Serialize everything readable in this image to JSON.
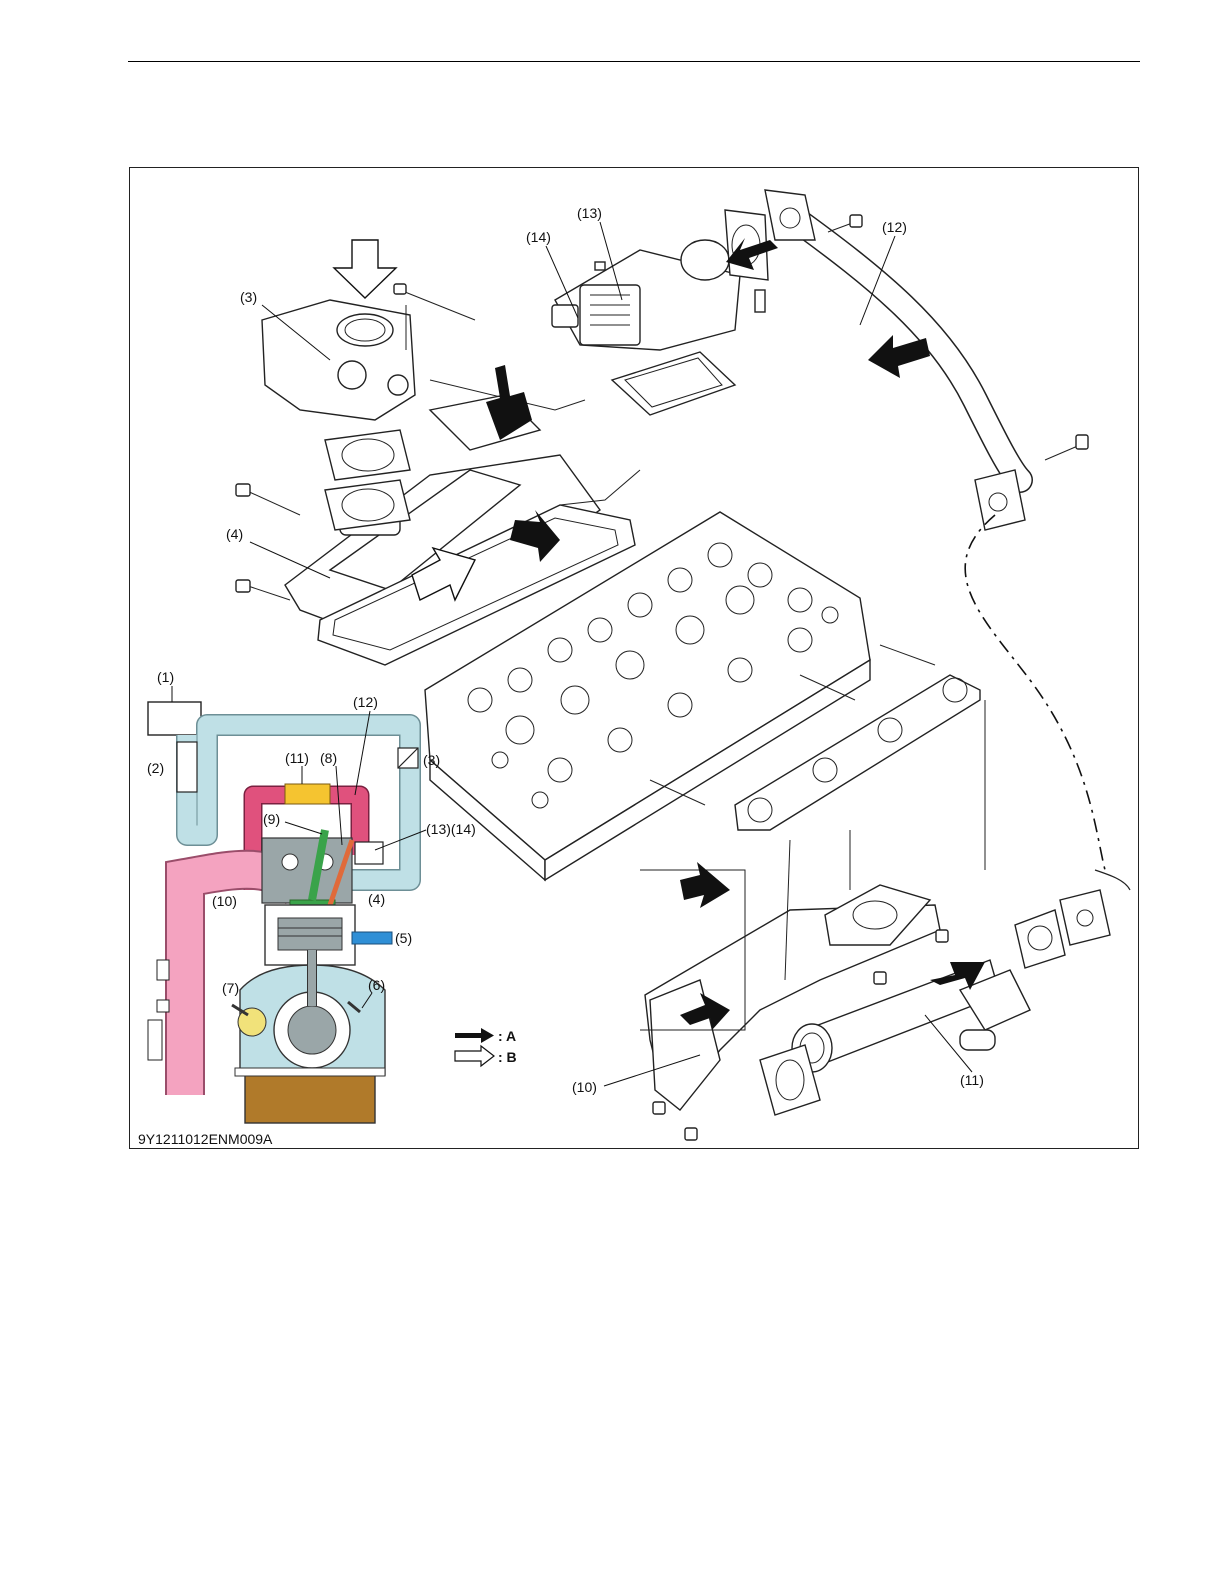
{
  "figure_code": "9Y1211012ENM009A",
  "legend": [
    {
      "symbol": "solid-arrow-icon",
      "label": ": A"
    },
    {
      "symbol": "hollow-arrow-icon",
      "label": ": B"
    }
  ],
  "exploded_labels": {
    "l3": "(3)",
    "l4": "(4)",
    "l10": "(10)",
    "l11": "(11)",
    "l12": "(12)",
    "l13": "(13)",
    "l14": "(14)"
  },
  "schematic_labels": {
    "l1": "(1)",
    "l2": "(2)",
    "l3": "(3)",
    "l4": "(4)",
    "l5": "(5)",
    "l6": "(6)",
    "l7": "(7)",
    "l8": "(8)",
    "l9": "(9)",
    "l10": "(10)",
    "l11": "(11)",
    "l12": "(12)",
    "l1314": "(13)(14)"
  },
  "colors": {
    "intake": "#bfe0e6",
    "exhaust": "#e0517d",
    "exhaust_pipe": "#f4a3c0",
    "cooler": "#f5c430",
    "injector": "#3aa34a",
    "glow_plug": "#e06a3a",
    "sensor": "#2f8fd6",
    "oil": "#b07a2a",
    "block": "#9aa6a8"
  }
}
